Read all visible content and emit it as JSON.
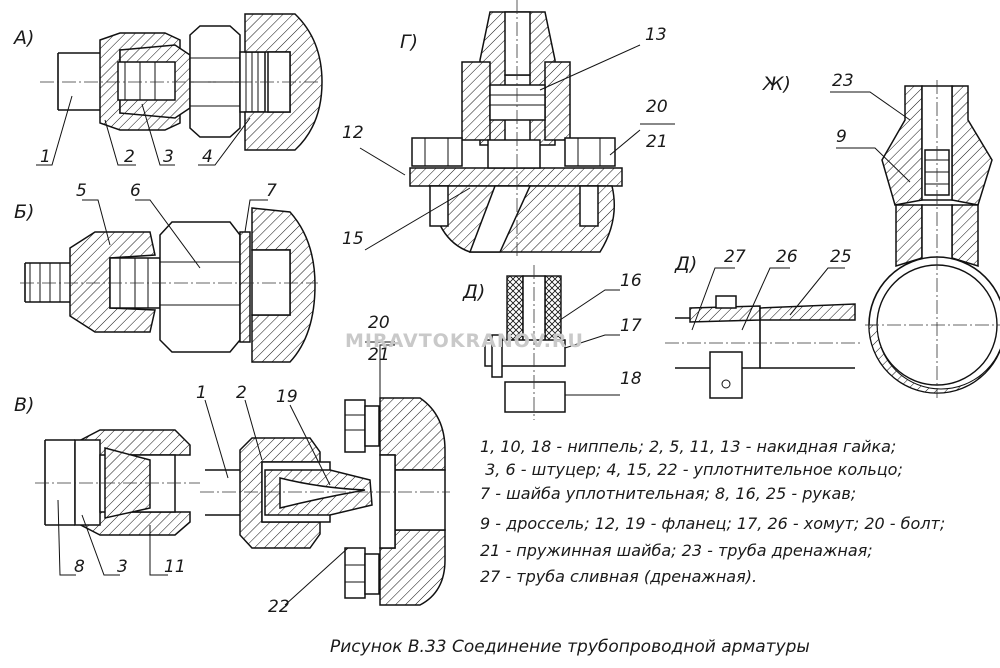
{
  "views": {
    "A": "А)",
    "B": "Б)",
    "V": "В)",
    "G": "Г)",
    "D": "Д)",
    "D2": "Д)",
    "Zh": "Ж)"
  },
  "callouts": {
    "a1": "1",
    "a2": "2",
    "a3": "3",
    "a4": "4",
    "b5": "5",
    "b6": "6",
    "b7": "7",
    "v1": "1",
    "v2": "2",
    "v19": "19",
    "v20": "20",
    "v21": "21",
    "v8": "8",
    "v3": "3",
    "v11": "11",
    "v22": "22",
    "g13": "13",
    "g20": "20",
    "g21": "21",
    "g12": "12",
    "g15": "15",
    "d16": "16",
    "d17": "17",
    "d18": "18",
    "e27": "27",
    "e26": "26",
    "e25": "25",
    "z23": "23",
    "z9": "9"
  },
  "legend": [
    "1, 10, 18 - ниппель; 2, 5, 11, 13 - накидная гайка;",
    " 3, 6 - штуцер; 4, 15, 22 - уплотнительное кольцо;",
    "7 - шайба уплотнительная; 8, 16, 25 - рукав;",
    "9 - дроссель; 12, 19 - фланец; 17, 26 - хомут; 20 - болт;",
    "21 - пружинная шайба; 23 - труба дренажная;",
    "27 - труба сливная (дренажная)."
  ],
  "caption": "Рисунок В.33  Соединение трубопроводной арматуры",
  "watermark": "MIRAVTOKRANOV.RU"
}
